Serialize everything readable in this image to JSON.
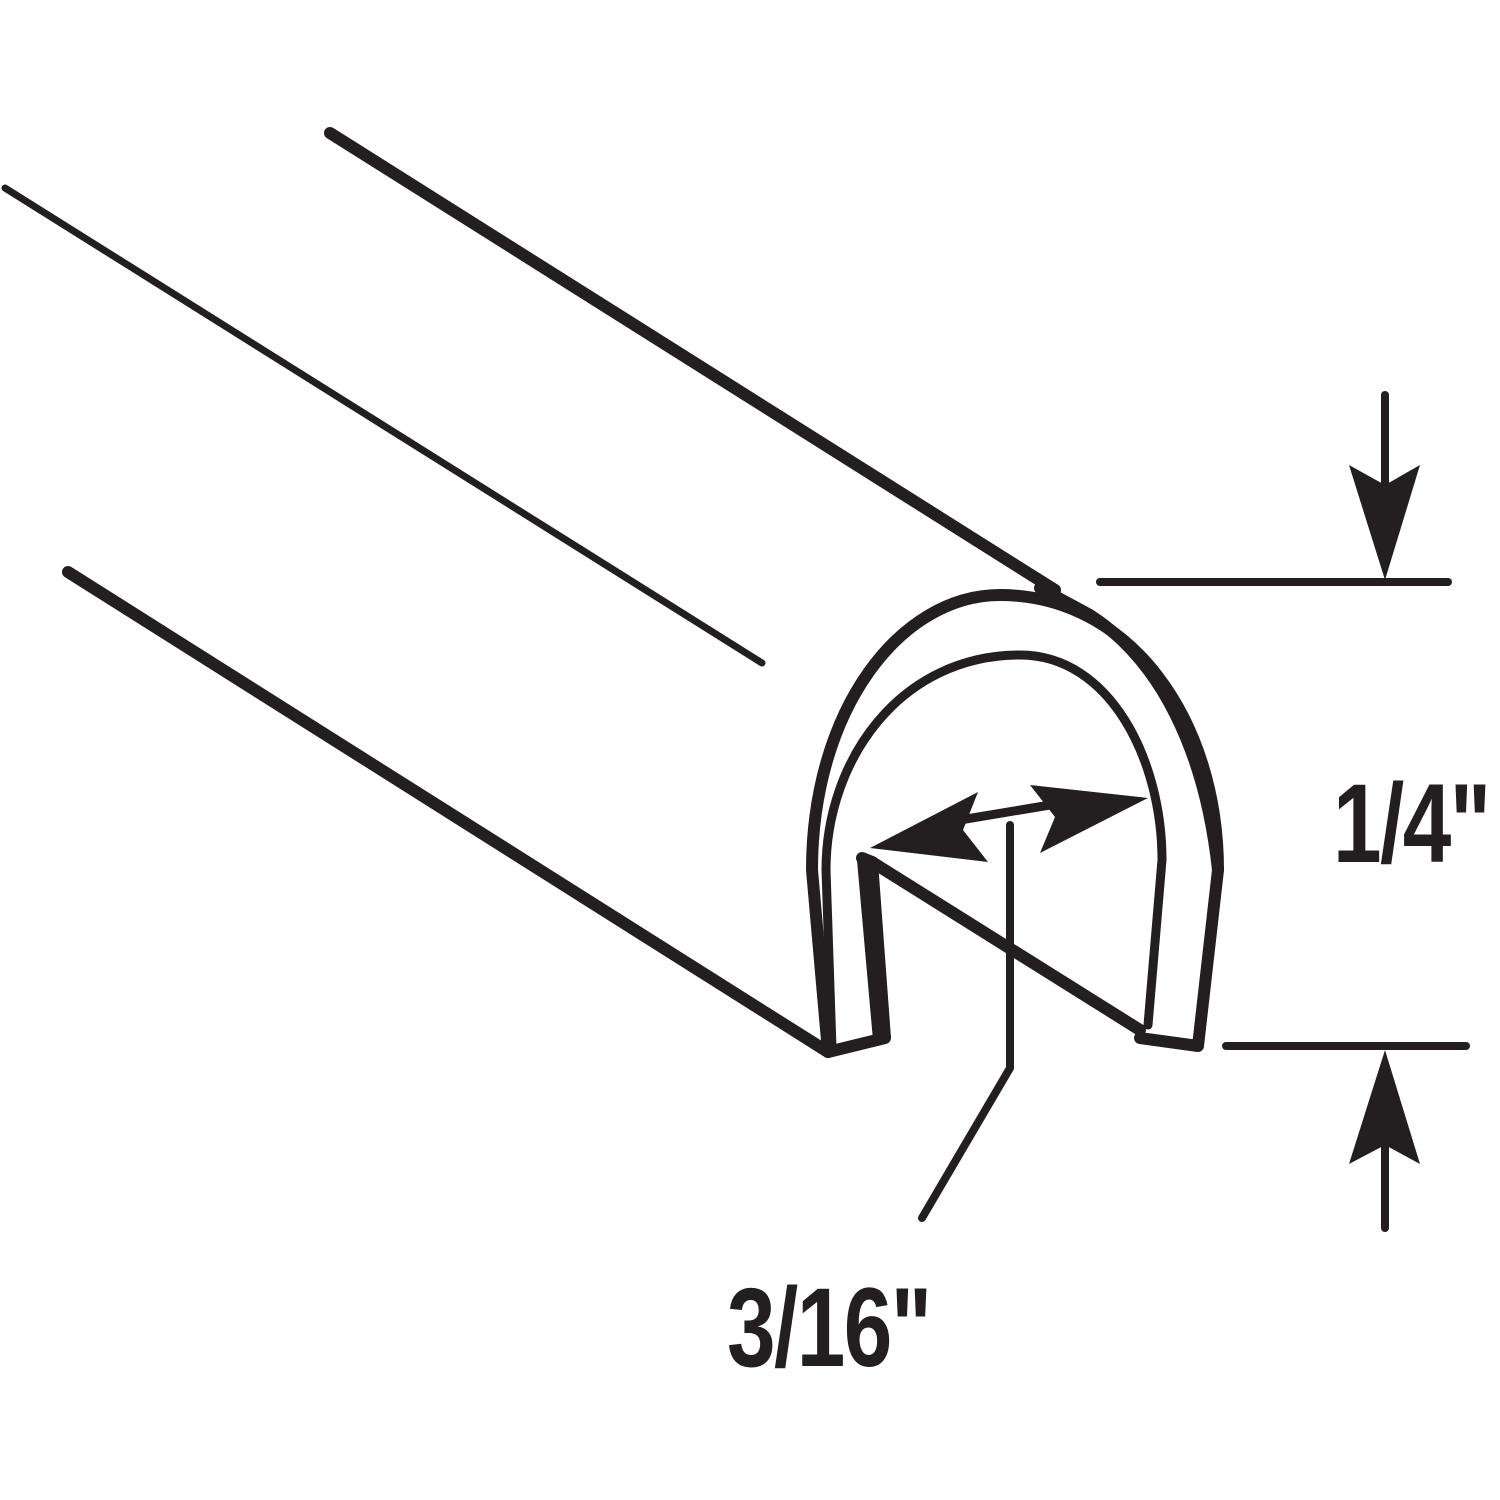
{
  "diagram": {
    "subject": "U-channel edge trim profile",
    "line_color": "#231f20",
    "background": "#ffffff",
    "dimensions": {
      "height": {
        "label": "1/4\"",
        "description": "outer height of channel"
      },
      "width": {
        "label": "3/16\"",
        "description": "inner opening width of channel"
      }
    }
  }
}
